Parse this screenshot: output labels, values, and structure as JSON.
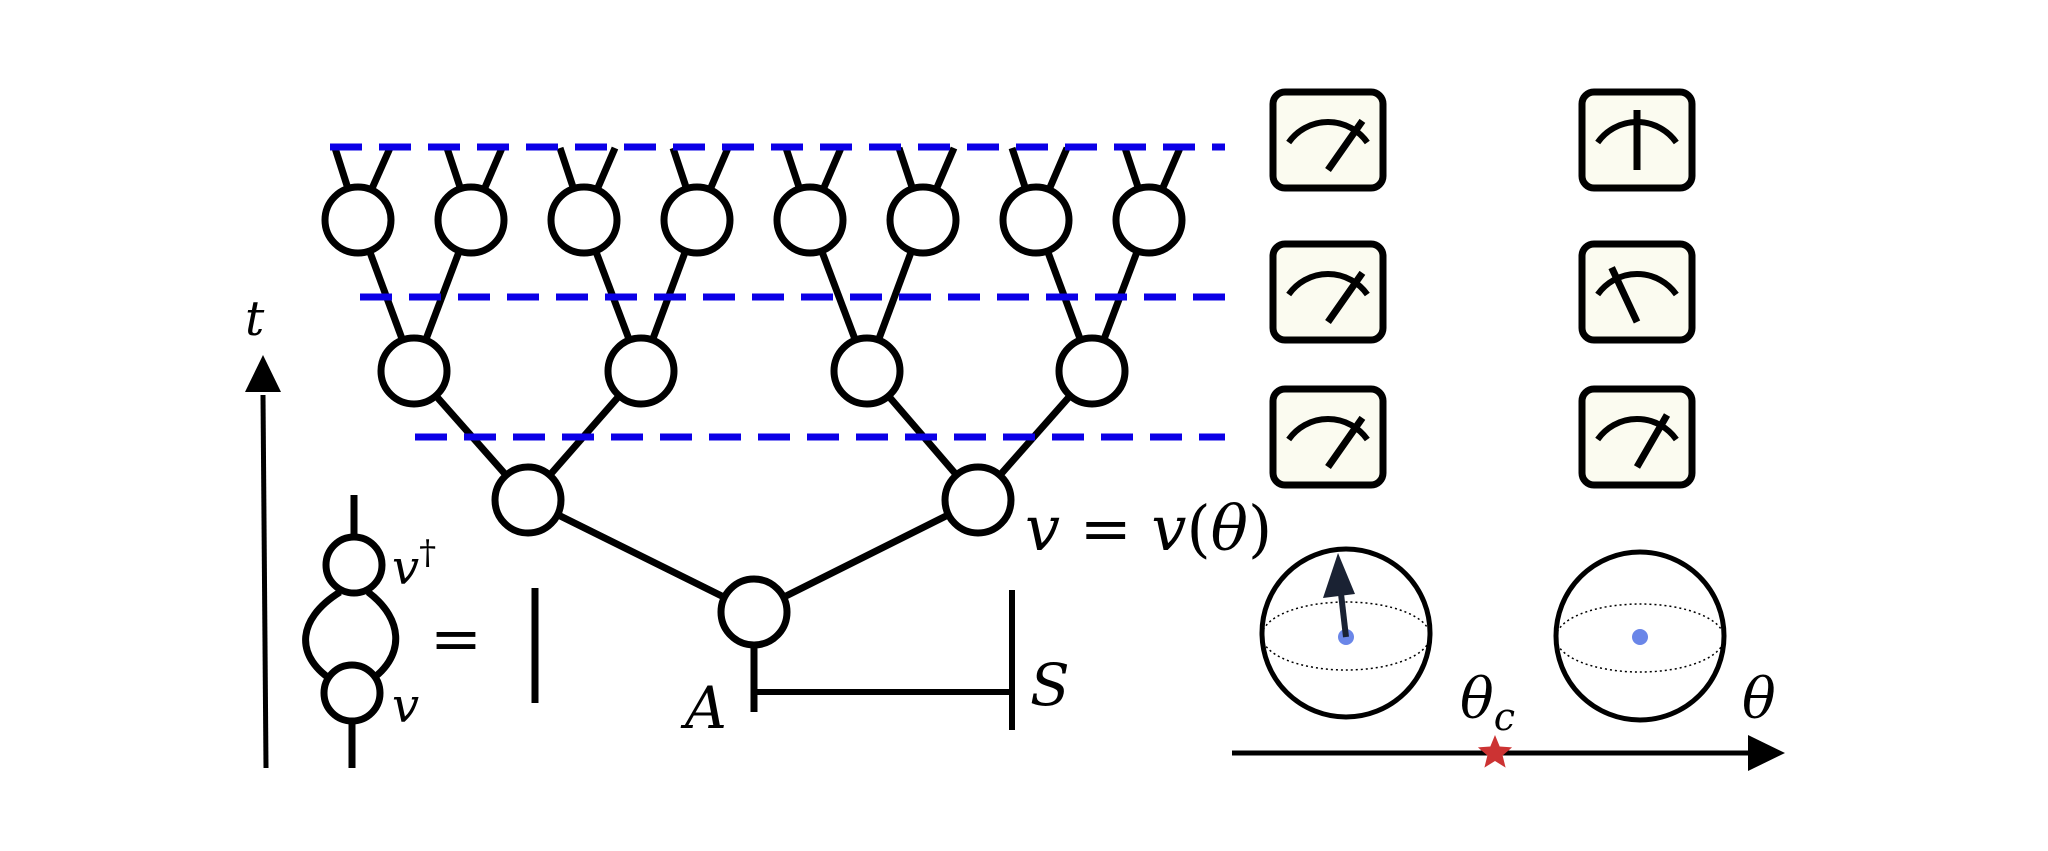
{
  "labels": {
    "time_axis": "t",
    "v_dagger_base": "v",
    "v_dagger_sup": "†",
    "v_bottom": "v",
    "equals": "=",
    "node_eq_v": "v",
    "node_eq_mid": " = ",
    "node_eq_rhs_v": "v",
    "node_eq_open": "(",
    "node_eq_theta": "θ",
    "node_eq_close": ")",
    "region_a": "A",
    "region_s": "S",
    "theta_c_base": "θ",
    "theta_c_sub": "c",
    "theta_axis": "θ"
  },
  "meters": {
    "left_column_needle_deg": [
      35,
      35,
      35
    ],
    "right_column_needle_deg": [
      0,
      -25,
      30
    ]
  },
  "spheres": {
    "left_has_arrow": true,
    "right_has_arrow": false
  },
  "colors": {
    "dashed_lines": "#0b00e6",
    "critical_star": "#cc3333",
    "sphere_center": "#6a86e8",
    "meter_face": "#fbfbf0",
    "arrow": "#1a2233"
  }
}
